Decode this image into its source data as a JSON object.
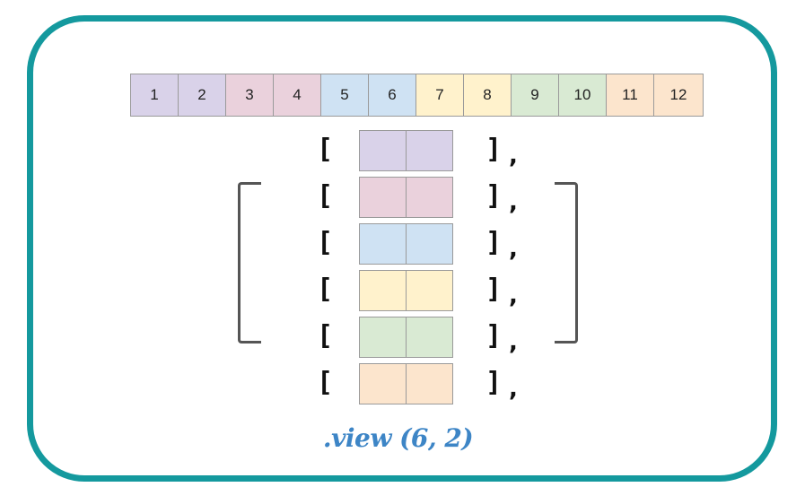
{
  "colors": {
    "frame": "#14999e",
    "purple": "#d9d2e9",
    "pink": "#ead1dc",
    "blue": "#cfe2f3",
    "yellow": "#fff2cc",
    "green": "#d9ead3",
    "orange": "#fce5cd",
    "caption": "#3d85c6"
  },
  "strip": {
    "cells": [
      {
        "label": "1",
        "color": "#d9d2e9"
      },
      {
        "label": "2",
        "color": "#d9d2e9"
      },
      {
        "label": "3",
        "color": "#ead1dc"
      },
      {
        "label": "4",
        "color": "#ead1dc"
      },
      {
        "label": "5",
        "color": "#cfe2f3"
      },
      {
        "label": "6",
        "color": "#cfe2f3"
      },
      {
        "label": "7",
        "color": "#fff2cc"
      },
      {
        "label": "8",
        "color": "#fff2cc"
      },
      {
        "label": "9",
        "color": "#d9ead3"
      },
      {
        "label": "10",
        "color": "#d9ead3"
      },
      {
        "label": "11",
        "color": "#fce5cd"
      },
      {
        "label": "12",
        "color": "#fce5cd"
      }
    ]
  },
  "matrix": {
    "open_bracket": "[",
    "close_bracket": "]",
    "separator": ",",
    "rows": [
      {
        "color": "#d9d2e9",
        "comma": true
      },
      {
        "color": "#ead1dc",
        "comma": true
      },
      {
        "color": "#cfe2f3",
        "comma": true
      },
      {
        "color": "#fff2cc",
        "comma": true
      },
      {
        "color": "#d9ead3",
        "comma": true
      },
      {
        "color": "#fce5cd",
        "comma": true
      }
    ]
  },
  "caption": ".view (6, 2)"
}
